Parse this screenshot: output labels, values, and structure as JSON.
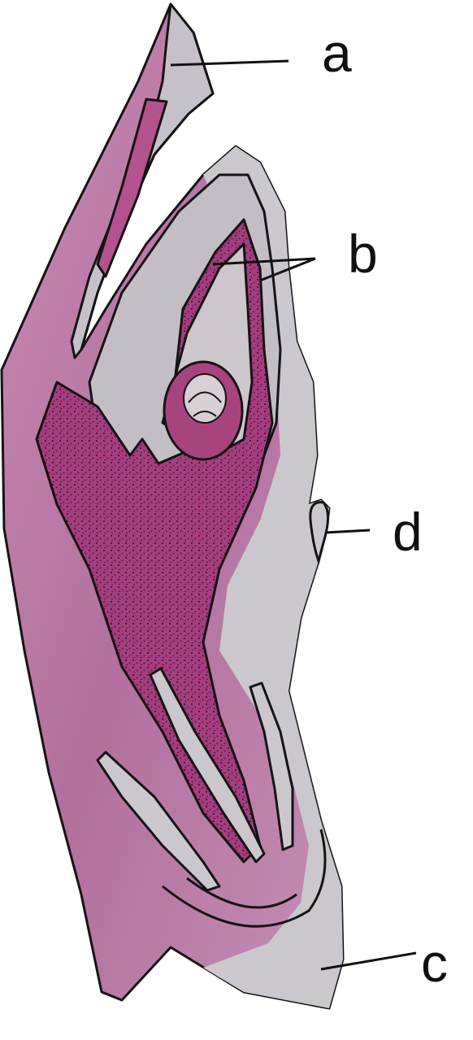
{
  "labels": {
    "a": "a",
    "b": "b",
    "c": "c",
    "d": "d"
  },
  "colors": {
    "tissue_pink": "#b06a98",
    "dense_tissue": "#9a2f72",
    "grey_layer": "#cac8cd",
    "outline": "#151315"
  }
}
